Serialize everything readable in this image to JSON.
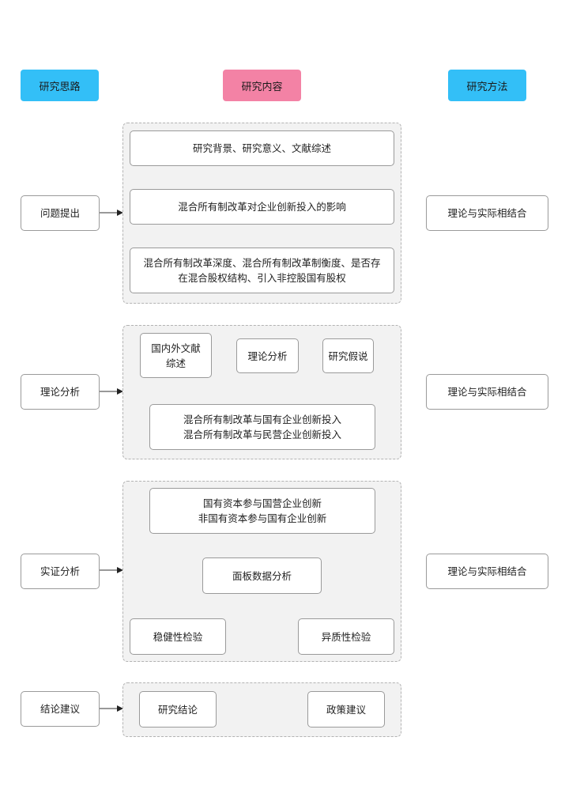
{
  "headers": {
    "left": "研究思路",
    "center": "研究内容",
    "right": "研究方法"
  },
  "colors": {
    "header_left": "#33bff7",
    "header_center": "#f382a5",
    "header_right": "#33bff7",
    "group_bg": "#f2f2f2",
    "box_border": "#9a9a9a"
  },
  "left_steps": [
    "问题提出",
    "理论分析",
    "实证分析",
    "结论建议"
  ],
  "right_methods": [
    "理论与实际相结合",
    "理论与实际相结合",
    "理论与实际相结合"
  ],
  "section1": {
    "box1": "研究背景、研究意义、文献综述",
    "box2": "混合所有制改革对企业创新投入的影响",
    "box3_line1": "混合所有制改革深度、混合所有制改革制衡度、是否存",
    "box3_line2": "在混合股权结构、引入非控股国有股权"
  },
  "section2": {
    "lit_line1": "国内外文献",
    "lit_line2": "综述",
    "theory": "理论分析",
    "hypothesis": "研究假说",
    "bottom_line1": "混合所有制改革与国有企业创新投入",
    "bottom_line2": "混合所有制改革与民营企业创新投入"
  },
  "section3": {
    "top_line1": "国有资本参与国营企业创新",
    "top_line2": "非国有资本参与国有企业创新",
    "panel": "面板数据分析",
    "robust": "稳健性检验",
    "hetero": "异质性检验"
  },
  "section4": {
    "conclusion": "研究结论",
    "policy": "政策建议"
  }
}
